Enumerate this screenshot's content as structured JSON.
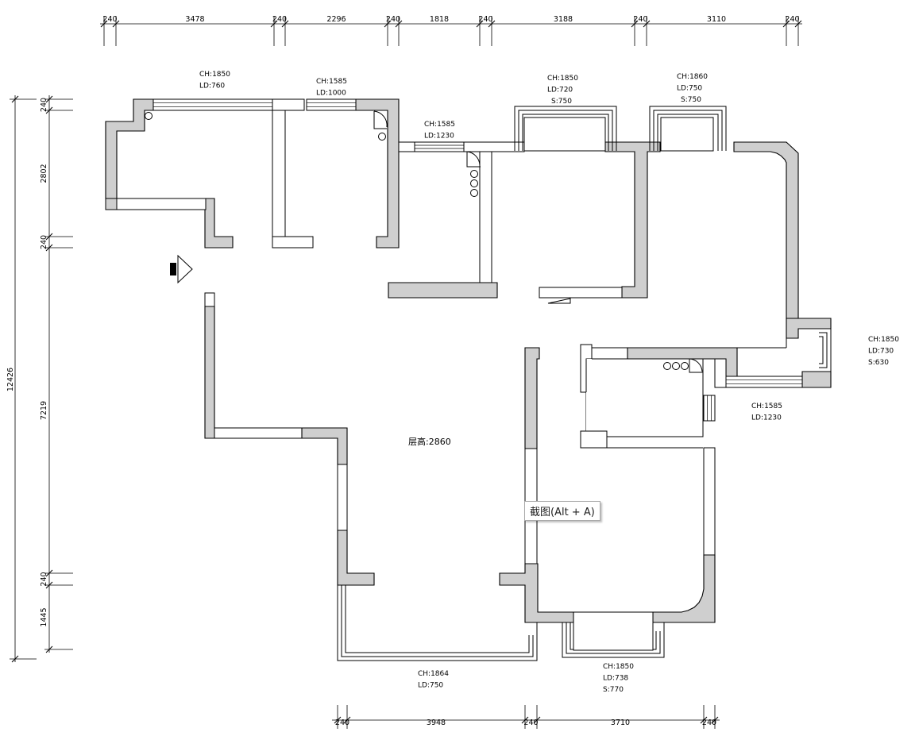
{
  "dimensions": {
    "top": [
      "240",
      "3478",
      "240",
      "2296",
      "240",
      "1818",
      "240",
      "3188",
      "240",
      "3110",
      "240"
    ],
    "left": [
      "240",
      "2802",
      "240",
      "7219",
      "240",
      "1445"
    ],
    "total": "12426",
    "bottom": [
      "240",
      "3948",
      "240",
      "3710",
      "240"
    ]
  },
  "annotations": [
    {
      "lines": [
        "CH:1850",
        "LD:760"
      ]
    },
    {
      "lines": [
        "CH:1585",
        "LD:1000"
      ]
    },
    {
      "lines": [
        "CH:1585",
        "LD:1230"
      ]
    },
    {
      "lines": [
        "CH:1850",
        "LD:720",
        "S:750"
      ]
    },
    {
      "lines": [
        "CH:1860",
        "LD:750",
        "S:750"
      ]
    },
    {
      "lines": [
        "CH:1850",
        "LD:730",
        "S:630"
      ]
    },
    {
      "lines": [
        "CH:1585",
        "LD:1230"
      ]
    },
    {
      "lines": [
        "CH:1864",
        "LD:750"
      ]
    },
    {
      "lines": [
        "CH:1850",
        "LD:738",
        "S:770"
      ]
    }
  ],
  "labels": {
    "floor_height": "层高:2860"
  },
  "overlay": {
    "tooltip_text": "截图(Alt + A)"
  },
  "colors": {
    "wall_fill": "#cfcfcf",
    "line": "#000000"
  }
}
